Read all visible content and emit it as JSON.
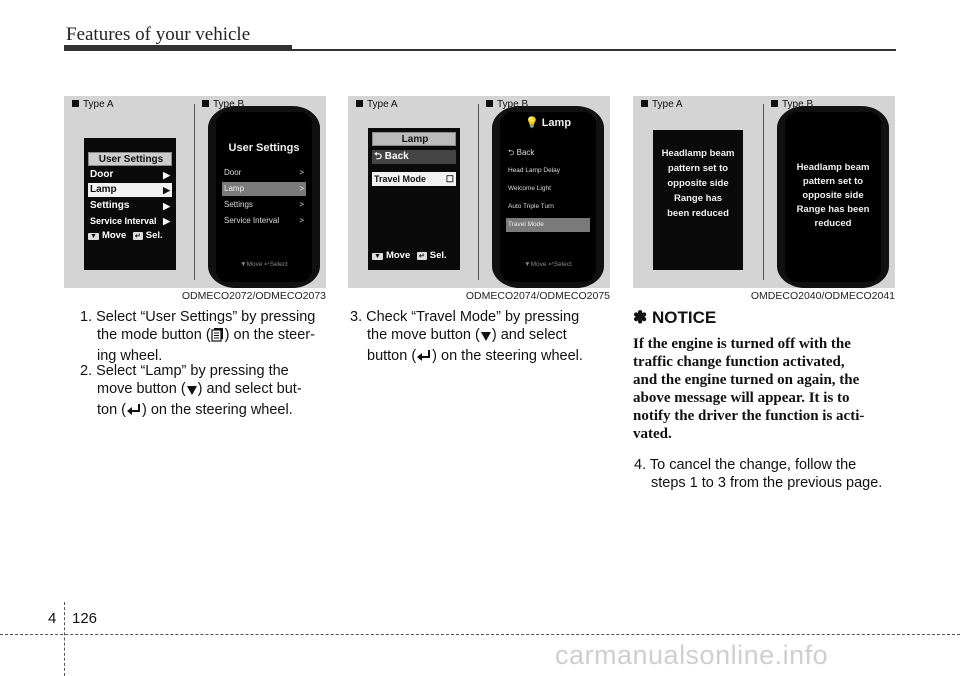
{
  "header": {
    "title": "Features of your vehicle"
  },
  "panels": [
    {
      "type_a_label": "Type A",
      "type_b_label": "Type B",
      "caption": "ODMECO2072/ODMECO2073",
      "screen_a": {
        "header": "User Settings",
        "items": [
          "Door",
          "Lamp",
          "Settings",
          "Service Interval"
        ],
        "selected_index": 1,
        "bottom_move": "Move",
        "bottom_sel": "Sel."
      },
      "screen_b": {
        "title": "User Settings",
        "items": [
          "Door",
          "Lamp",
          "Settings",
          "Service Interval"
        ],
        "selected_index": 1,
        "foot": "▼Move  ↵Select"
      }
    },
    {
      "type_a_label": "Type A",
      "type_b_label": "Type B",
      "caption": "ODMECO2074/ODMECO2075",
      "screen_a": {
        "header": "Lamp",
        "back": "Back",
        "item": "Travel Mode",
        "bottom_move": "Move",
        "bottom_sel": "Sel."
      },
      "screen_b": {
        "title": "Lamp",
        "items": [
          "Back",
          "Head Lamp Delay",
          "Welcome Light",
          "Auto Triple Turn",
          "Travel Mode"
        ],
        "selected_index": 4,
        "foot": "▼Move  ↵Select"
      }
    },
    {
      "type_a_label": "Type A",
      "type_b_label": "Type B",
      "caption": "OMDECO2040/ODMECO2041",
      "screen_a": {
        "lines": [
          "Headlamp beam",
          "pattern set to",
          "opposite side",
          "Range has",
          "been reduced"
        ]
      },
      "screen_b": {
        "lines": [
          "Headlamp beam",
          "pattern set to",
          "opposite side",
          "Range has been",
          "reduced"
        ]
      }
    }
  ],
  "steps": {
    "s1": {
      "l1": "1. Select “User Settings” by pressing",
      "l2a": "the mode button (",
      "l2b": ") on the steer-",
      "l3": "ing wheel."
    },
    "s2": {
      "l1": "2. Select  “Lamp”  by  pressing  the",
      "l2a": "move  button  (",
      "l2b": ")  and  select  but-",
      "l3a": "ton (",
      "l3b": ") on the steering wheel."
    },
    "s3": {
      "l1": "3. Check  “Travel  Mode”  by  pressing",
      "l2a": "the  move  button  (",
      "l2b": ")  and  select",
      "l3a": "button (",
      "l3b": ") on the steering wheel."
    },
    "s4": {
      "l1": "4. To  cancel  the  change,  follow  the",
      "l2": "steps 1 to 3 from the previous page."
    }
  },
  "notice": {
    "heading": "✽ NOTICE",
    "lines": [
      "If the engine is turned off with the",
      "traffic change function activated,",
      "and the engine turned on again, the",
      "above message will appear. It is to",
      "notify the driver the function is acti-",
      "vated."
    ]
  },
  "footer": {
    "chapter": "4",
    "page": "126"
  },
  "watermark": "carmanualsonline.info"
}
